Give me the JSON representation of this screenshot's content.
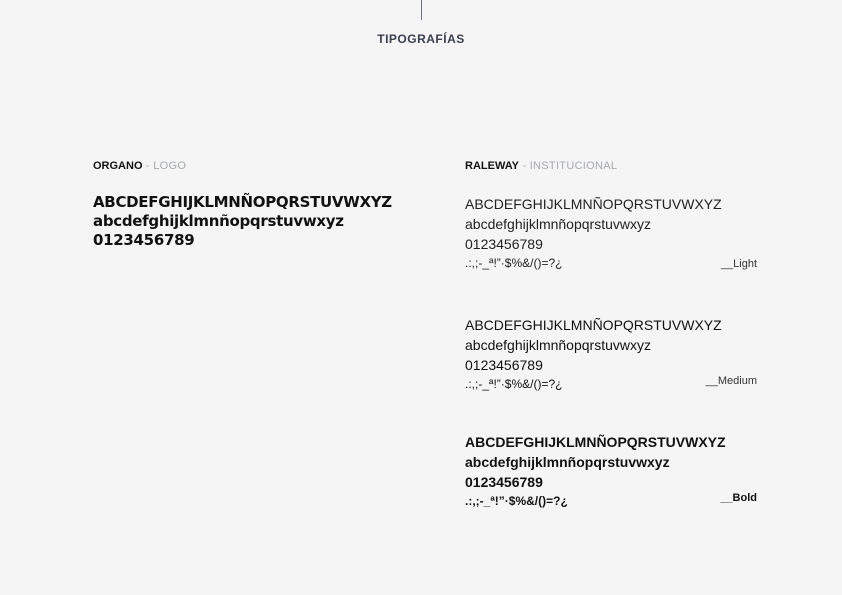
{
  "page": {
    "title": "TIPOGRAFÍAS"
  },
  "organo": {
    "name": "ORGANO",
    "separator": " - ",
    "role": "LOGO",
    "lines": [
      "ABCDEFGHIJKLMNÑOPQRSTUVWXYZ",
      "abcdefghijklmnñopqrstuvwxyz",
      "0123456789"
    ]
  },
  "raleway": {
    "name": "RALEWAY",
    "separator": " - ",
    "role": "INSTITUCIONAL",
    "weights": [
      {
        "upper": "ABCDEFGHIJKLMNÑOPQRSTUVWXYZ",
        "lower": "abcdefghijklmnñopqrstuvwxyz",
        "digits": "0123456789",
        "symbols": ".:,;-_ª!”·$%&/()=?¿",
        "label": "__Light"
      },
      {
        "upper": "ABCDEFGHIJKLMNÑOPQRSTUVWXYZ",
        "lower": "abcdefghijklmnñopqrstuvwxyz",
        "digits": "0123456789",
        "symbols": ".:,;-_ª!”·$%&/()=?¿",
        "label": "__Medium"
      },
      {
        "upper": "ABCDEFGHIJKLMNÑOPQRSTUVWXYZ",
        "lower": "abcdefghijklmnñopqrstuvwxyz",
        "digits": "0123456789",
        "symbols": ".:,;-_ª!”·$%&/()=?¿",
        "label": "__Bold"
      }
    ]
  },
  "colors": {
    "background": "#f4f5f4",
    "title": "#3a3f52",
    "muted": "#a8aab0",
    "text": "#111111"
  }
}
